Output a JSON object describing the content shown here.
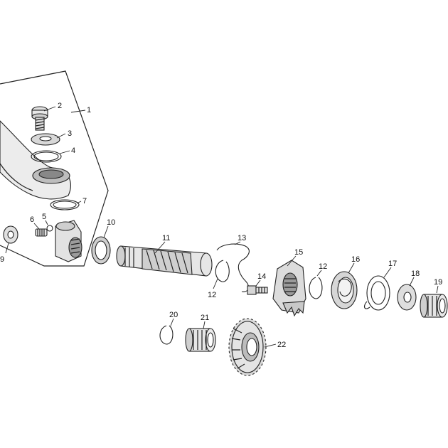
{
  "colors": {
    "line": "#222222",
    "part_light": "#e4e4e4",
    "part_mid": "#c8c8c8",
    "part_dark": "#9a9a9a",
    "background": "#ffffff"
  },
  "callouts": [
    {
      "id": "1",
      "text": "1"
    },
    {
      "id": "2",
      "text": "2"
    },
    {
      "id": "3",
      "text": "3"
    },
    {
      "id": "4",
      "text": "4"
    },
    {
      "id": "5",
      "text": "5"
    },
    {
      "id": "6",
      "text": "6"
    },
    {
      "id": "7",
      "text": "7"
    },
    {
      "id": "9",
      "text": "9"
    },
    {
      "id": "10",
      "text": "10"
    },
    {
      "id": "11",
      "text": "11"
    },
    {
      "id": "12a",
      "text": "12"
    },
    {
      "id": "12b",
      "text": "12"
    },
    {
      "id": "13",
      "text": "13"
    },
    {
      "id": "14",
      "text": "14"
    },
    {
      "id": "15",
      "text": "15"
    },
    {
      "id": "16",
      "text": "16"
    },
    {
      "id": "17",
      "text": "17"
    },
    {
      "id": "18",
      "text": "18"
    },
    {
      "id": "19",
      "text": "19"
    },
    {
      "id": "20",
      "text": "20"
    },
    {
      "id": "21",
      "text": "21"
    },
    {
      "id": "22",
      "text": "22"
    }
  ]
}
